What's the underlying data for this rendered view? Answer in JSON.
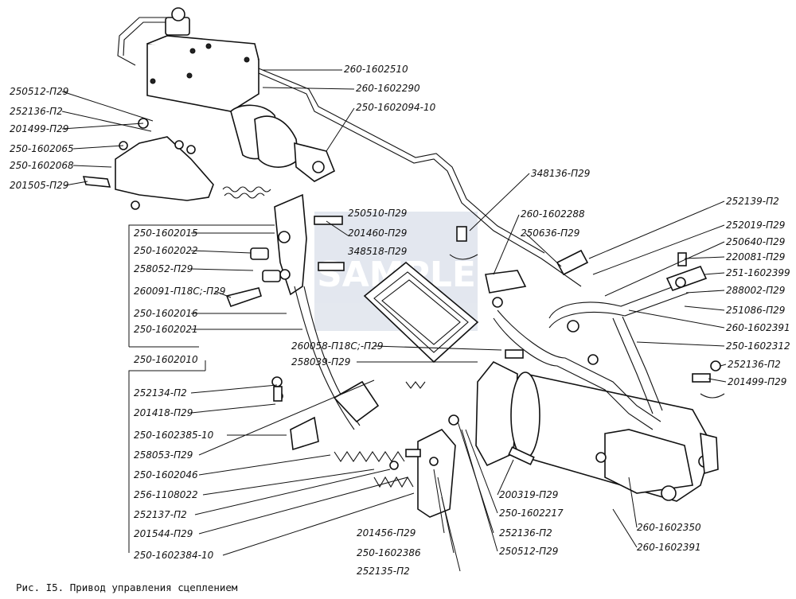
{
  "caption": "Рис. I5. Привод управления сцеплением",
  "watermark": "SAMPLE",
  "labels": {
    "l_250512_top": "250512-П29",
    "l_252136_top": "252136-П2",
    "l_201499_top": "201499-П29",
    "l_250_1602065": "250-1602065",
    "l_250_1602068": "250-1602068",
    "l_201505": "201505-П29",
    "l_260_1602510": "260-1602510",
    "l_260_1602290": "260-1602290",
    "l_250_1602094_10": "250-1602094-10",
    "l_348136": "348136-П29",
    "l_260_1602288": "260-1602288",
    "l_250636": "250636-П29",
    "l_250510": "250510-П29",
    "l_201460": "201460-П29",
    "l_348518": "348518-П29",
    "l_250_1602015": "250-1602015",
    "l_250_1602022": "250-1602022",
    "l_258052": "258052-П29",
    "l_260091": "260091-П18С;-П29",
    "l_250_1602016": "250-1602016",
    "l_250_1602021": "250-1602021",
    "l_250_1602010": "250-1602010",
    "l_260058": "260058-П18С;-П29",
    "l_258039": "258039-П29",
    "l_252134": "252134-П2",
    "l_201418": "201418-П29",
    "l_250_1602385_10": "250-1602385-10",
    "l_258053": "258053-П29",
    "l_250_1602046": "250-1602046",
    "l_256_1108022": "256-1108022",
    "l_252137": "252137-П2",
    "l_201544": "201544-П29",
    "l_250_1602384_10": "250-1602384-10",
    "l_201456": "201456-П29",
    "l_250_1602386": "250-1602386",
    "l_252135": "252135-П2",
    "l_252136_bot": "252136-П2",
    "l_250512_bot": "250512-П29",
    "l_250_1602217": "250-1602217",
    "l_200319": "200319-П29",
    "l_252139": "252139-П2",
    "l_252019": "252019-П29",
    "l_250640": "250640-П29",
    "l_220081": "220081-П29",
    "l_251_1602399": "251-1602399",
    "l_288002": "288002-П29",
    "l_251086": "251086-П29",
    "l_260_1602391_r": "260-1602391",
    "l_250_1602312": "250-1602312",
    "l_252136_r": "252136-П2",
    "l_201499_r": "201499-П29",
    "l_260_1602350": "260-1602350",
    "l_260_1602391_b": "260-1602391"
  }
}
